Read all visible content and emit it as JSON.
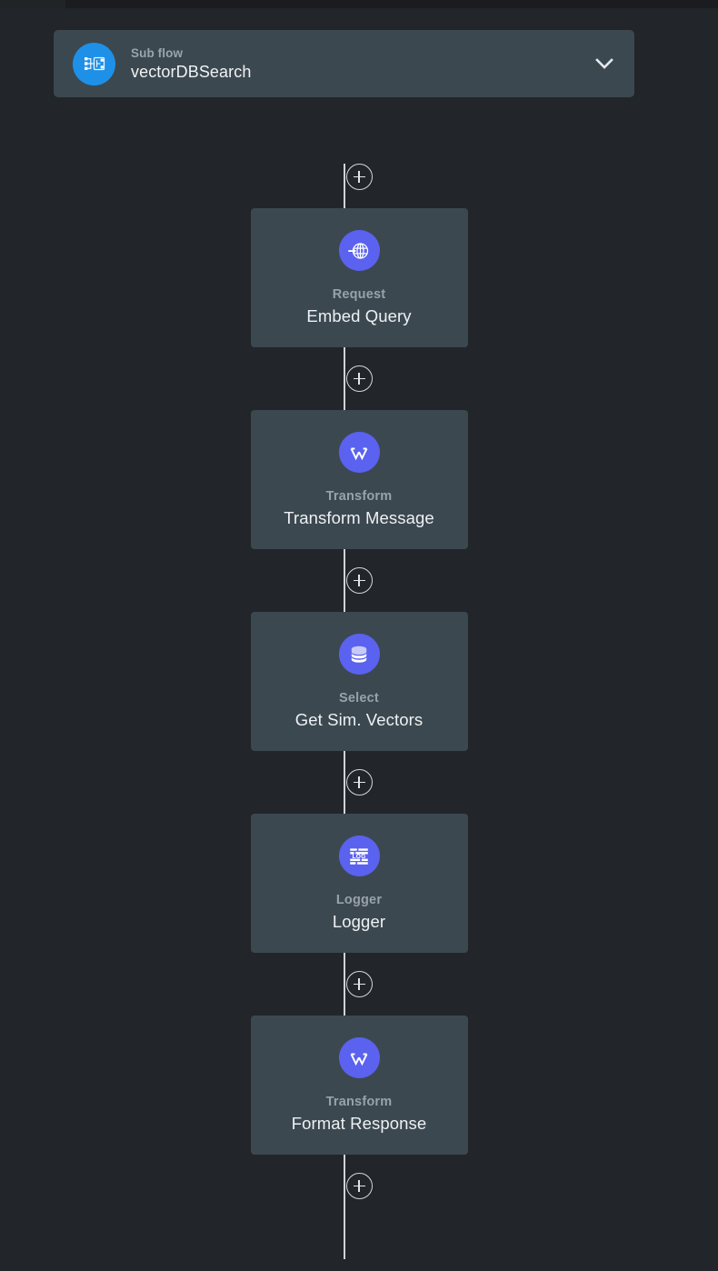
{
  "canvas": {
    "background_color": "#222529",
    "connector_color": "#cfd4d8"
  },
  "subflow": {
    "icon": "subflow-nodes-icon",
    "icon_background": "#1e90e8",
    "kind_label": "Sub flow",
    "name": "vectorDBSearch",
    "collapse_icon": "chevron-down-icon"
  },
  "add_buttons": [
    {
      "label": "+",
      "position": "before-embed-query"
    },
    {
      "label": "+",
      "position": "between-embed-query-and-transform-message"
    },
    {
      "label": "+",
      "position": "between-transform-message-and-get-sim-vectors"
    },
    {
      "label": "+",
      "position": "between-get-sim-vectors-and-logger"
    },
    {
      "label": "+",
      "position": "between-logger-and-format-response"
    },
    {
      "label": "+",
      "position": "after-format-response"
    }
  ],
  "nodes": [
    {
      "id": "embed-query",
      "kind": "Request",
      "name": "Embed Query",
      "icon": "globe-request-icon",
      "icon_background": "#5a62ef"
    },
    {
      "id": "transform-message",
      "kind": "Transform",
      "name": "Transform Message",
      "icon": "dataweave-transform-icon",
      "icon_background": "#5a62ef"
    },
    {
      "id": "get-sim-vectors",
      "kind": "Select",
      "name": "Get Sim. Vectors",
      "icon": "database-icon",
      "icon_background": "#5a62ef"
    },
    {
      "id": "logger",
      "kind": "Logger",
      "name": "Logger",
      "icon": "log-icon",
      "icon_background": "#5a62ef"
    },
    {
      "id": "format-response",
      "kind": "Transform",
      "name": "Format Response",
      "icon": "dataweave-transform-icon",
      "icon_background": "#5a62ef"
    }
  ]
}
